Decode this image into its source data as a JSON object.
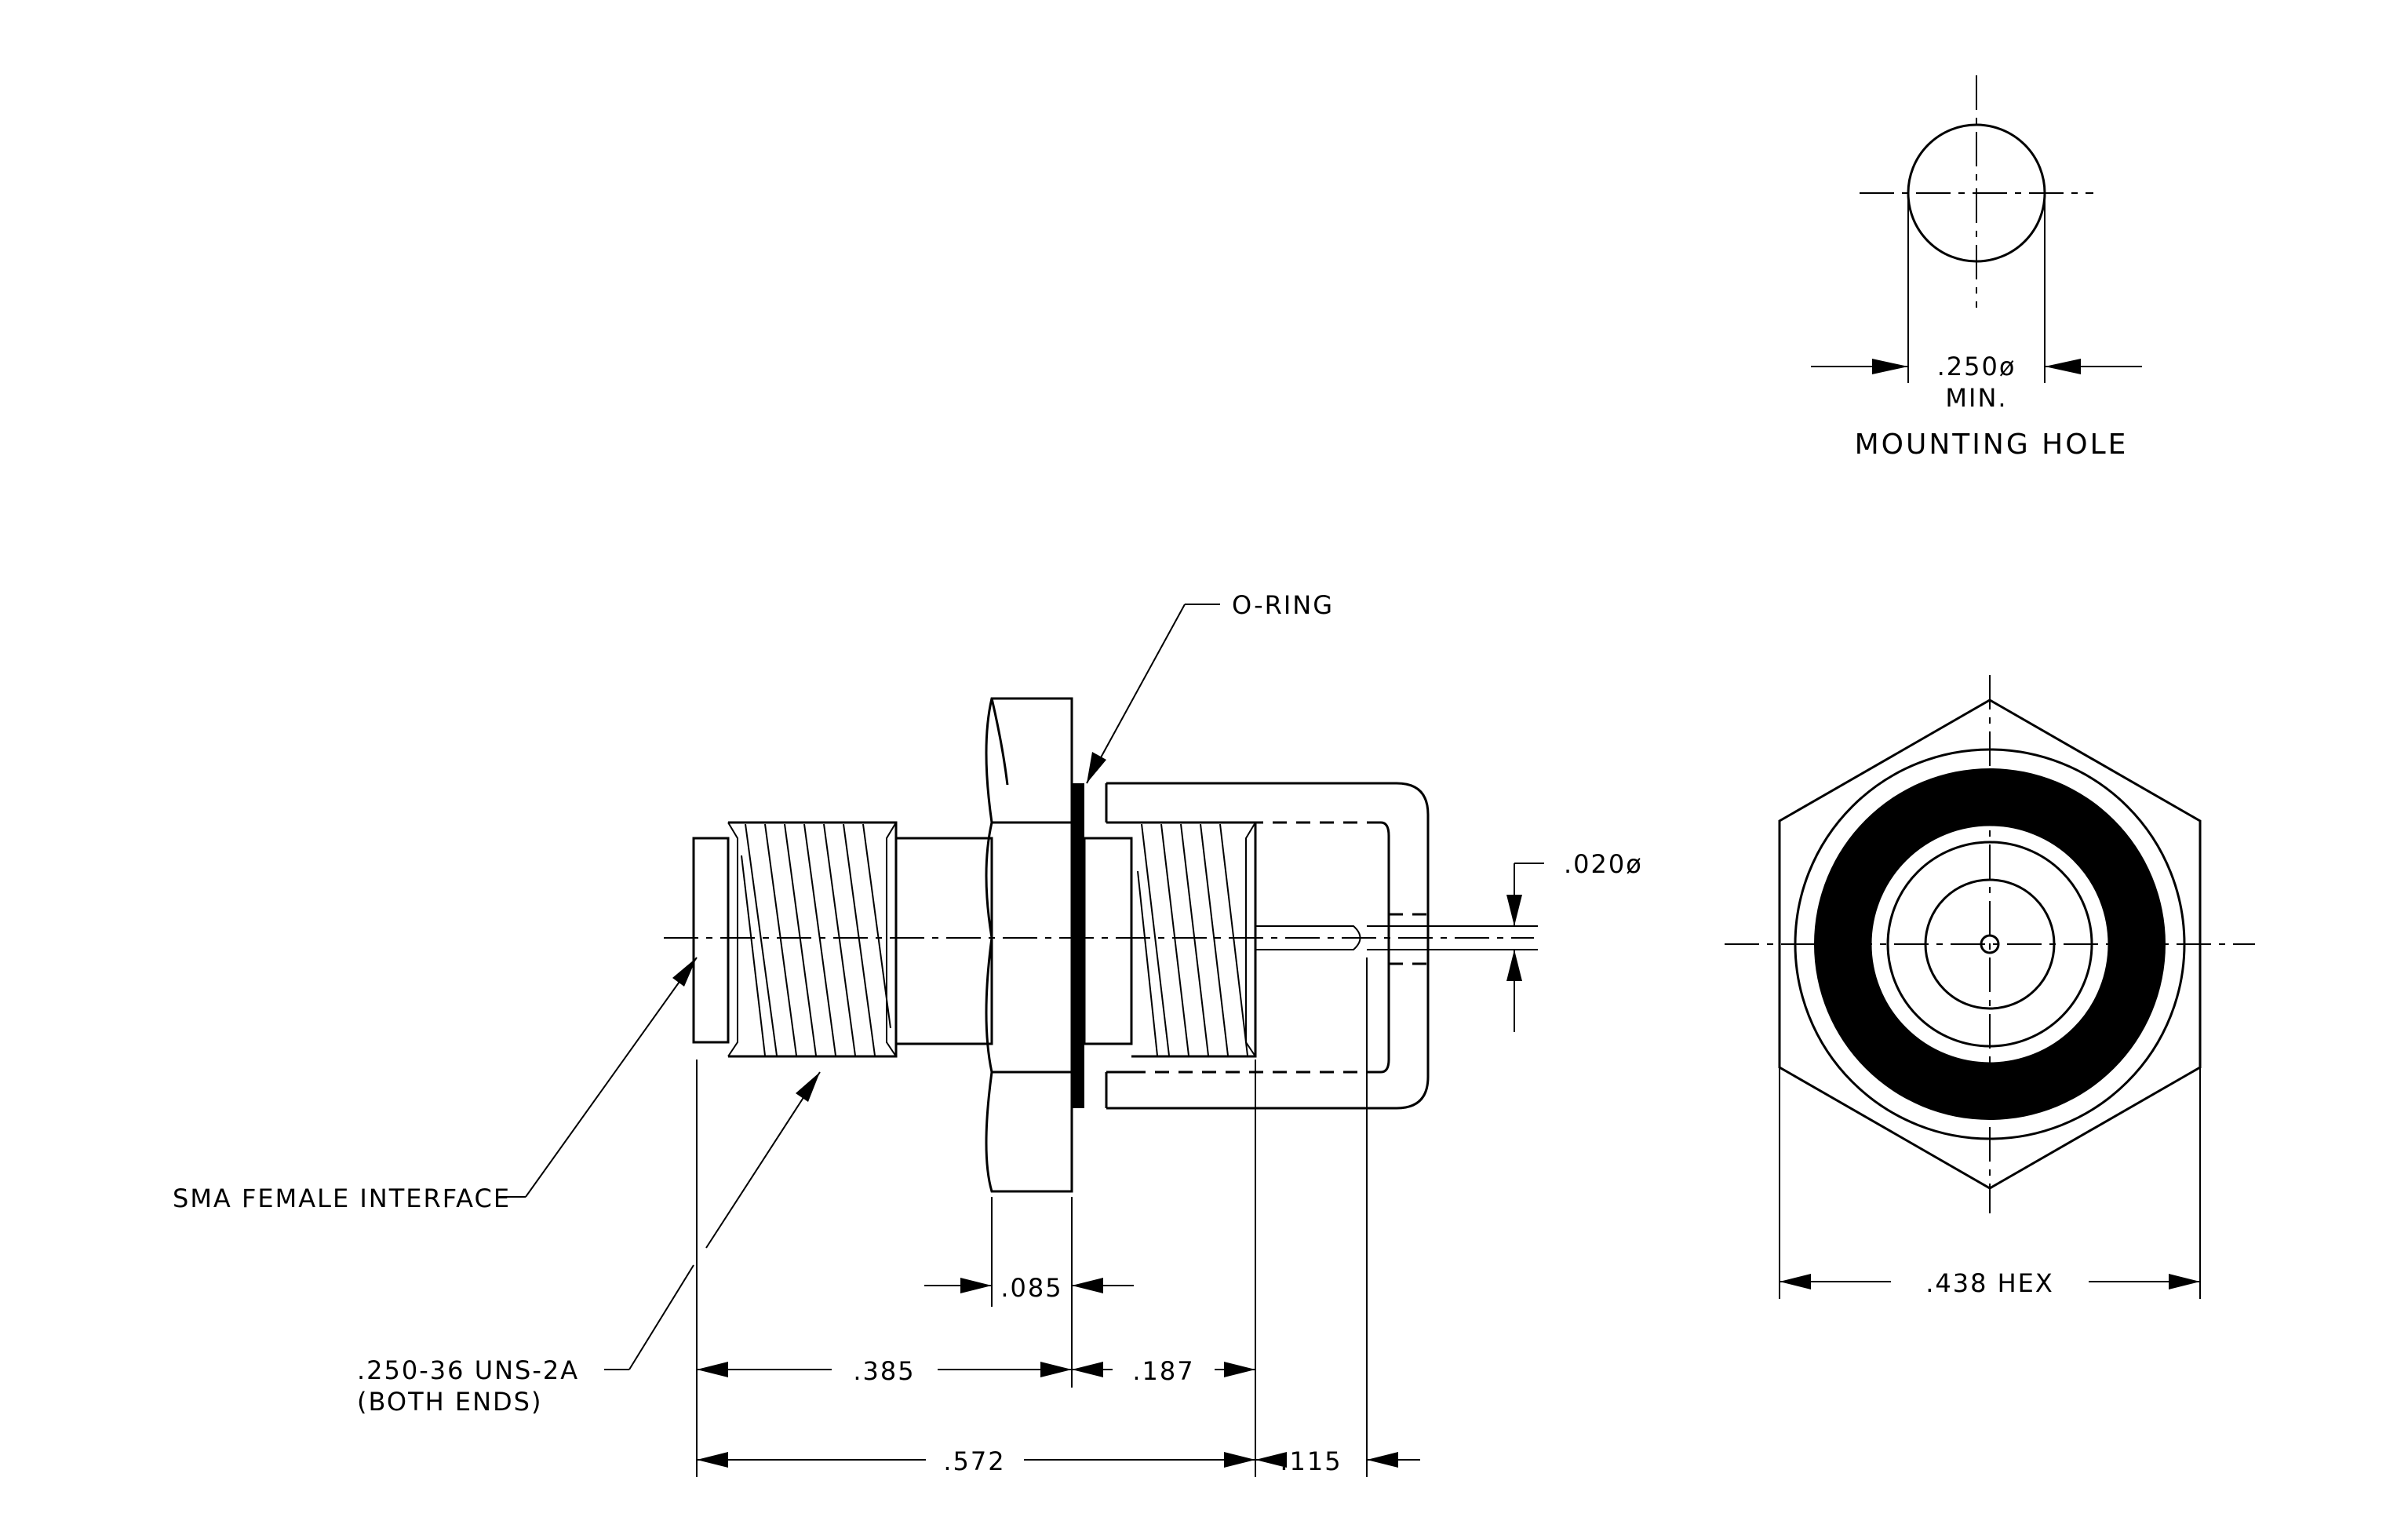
{
  "mounting_hole": {
    "diameter": ".250ø",
    "min": "MIN.",
    "title": "MOUNTING HOLE"
  },
  "labels": {
    "o_ring": "O-RING",
    "pin_dia": ".020ø",
    "sma": "SMA FEMALE INTERFACE",
    "thread_line1": ".250-36 UNS-2A",
    "thread_line2": "(BOTH ENDS)",
    "hex": ".438 HEX"
  },
  "dimensions": {
    "d085": ".085",
    "d385": ".385",
    "d187": ".187",
    "d572": ".572",
    "d115": ".115"
  }
}
